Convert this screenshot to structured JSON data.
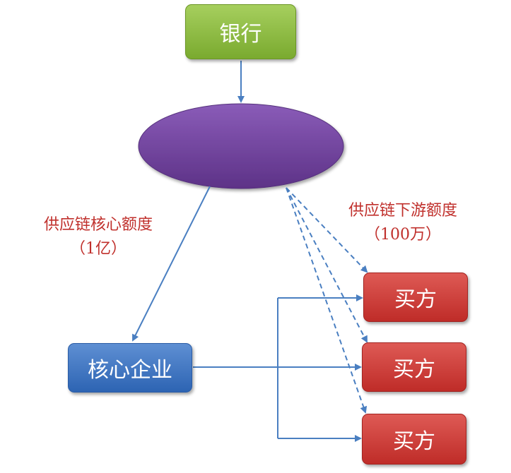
{
  "nodes": {
    "bank": "银行",
    "core_enterprise": "核心企业",
    "buyers": [
      "买方",
      "买方",
      "买方"
    ]
  },
  "labels": {
    "core_limit_title": "供应链核心额度",
    "core_limit_value": "（1亿）",
    "downstream_limit_title": "供应链下游额度",
    "downstream_limit_value": "（100万）"
  },
  "colors": {
    "bank": "#8dbe48",
    "platform_ellipse": "#6a3f96",
    "core_enterprise": "#3b74c4",
    "buyer": "#d03e3a",
    "arrow": "#4a7fc1",
    "label_text": "#c0302c"
  }
}
